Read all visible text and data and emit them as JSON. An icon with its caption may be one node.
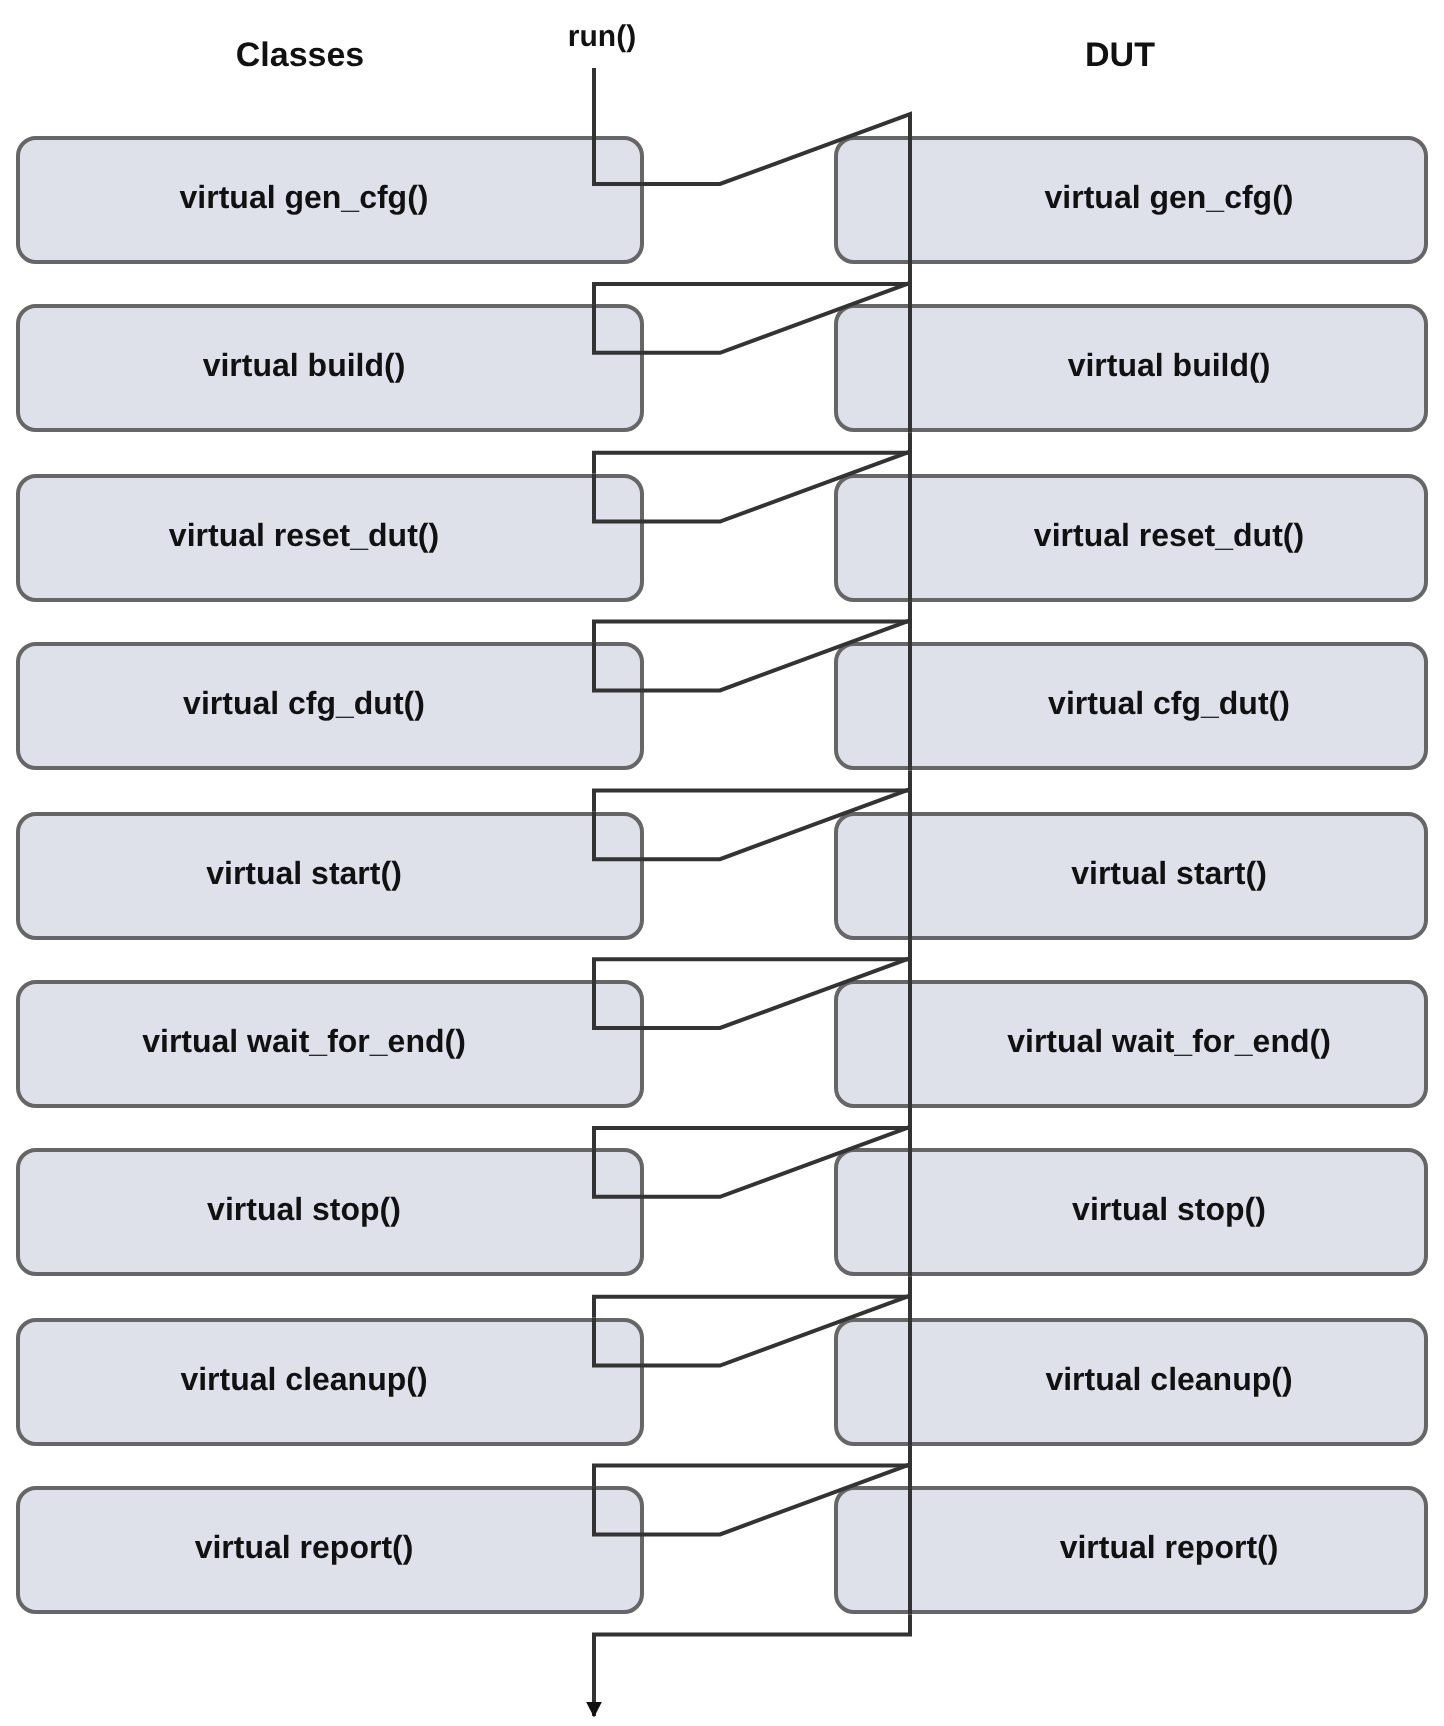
{
  "diagram": {
    "nodes": [
      {
        "text": [
          "run()"
        ]
      },
      {
        "text": [
          "virtual gen_cfg()"
        ]
      },
      {
        "text": [
          "virtual gen_cfg()"
        ]
      },
      {
        "text": [
          "virtual build()"
        ]
      },
      {
        "text": [
          "virtual build()"
        ]
      },
      {
        "text": [
          "virtual reset_dut()"
        ]
      },
      {
        "text": [
          "virtual reset_dut()"
        ]
      },
      {
        "text": [
          "virtual cfg_dut()"
        ]
      },
      {
        "text": [
          "virtual cfg_dut()"
        ]
      },
      {
        "text": [
          "virtual start()"
        ]
      },
      {
        "text": [
          "virtual start()"
        ]
      },
      {
        "text": [
          "virtual wait_for_end()"
        ]
      },
      {
        "text": [
          "virtual wait_for_end()"
        ]
      },
      {
        "text": [
          "virtual stop()"
        ]
      },
      {
        "text": [
          "virtual stop()"
        ]
      },
      {
        "text": [
          "virtual cleanup()"
        ]
      },
      {
        "text": [
          "virtual cleanup()"
        ]
      },
      {
        "text": [
          "virtual report()"
        ]
      },
      {
        "text": [
          "virtual report()"
        ]
      }
    ],
    "edges": [
      {
        "from": 0,
        "to": 1,
        "arrow": "none"
      },
      {
        "from": 1,
        "to": 2,
        "arrow": "none"
      },
      {
        "from": 2,
        "to": 3,
        "arrow": "none"
      },
      {
        "from": 3,
        "to": 4,
        "arrow": "none"
      },
      {
        "from": 4,
        "to": 5,
        "arrow": "none"
      },
      {
        "from": 5,
        "to": 6,
        "arrow": "none"
      },
      {
        "from": 6,
        "to": 7,
        "arrow": "none"
      },
      {
        "from": 7,
        "to": 8,
        "arrow": "none"
      },
      {
        "from": 8,
        "to": 9,
        "arrow": "none"
      },
      {
        "from": 9,
        "to": 10,
        "arrow": "none"
      },
      {
        "from": 10,
        "to": 11,
        "arrow": "none"
      },
      {
        "from": 11,
        "to": 12,
        "arrow": "none"
      },
      {
        "from": 12,
        "to": 13,
        "arrow": "none"
      },
      {
        "from": 13,
        "to": 14,
        "arrow": "none"
      },
      {
        "from": 14,
        "to": 15,
        "arrow": "none"
      },
      {
        "from": 15,
        "to": 16,
        "arrow": "none"
      },
      {
        "from": 16,
        "to": 17,
        "arrow": "none"
      },
      {
        "from": 17,
        "to": 18,
        "arrow": "none"
      },
      {
        "from": 18,
        "to": null,
        "arrow": "to"
      }
    ],
    "labels": [
      "Classes",
      "DUT"
    ]
  }
}
